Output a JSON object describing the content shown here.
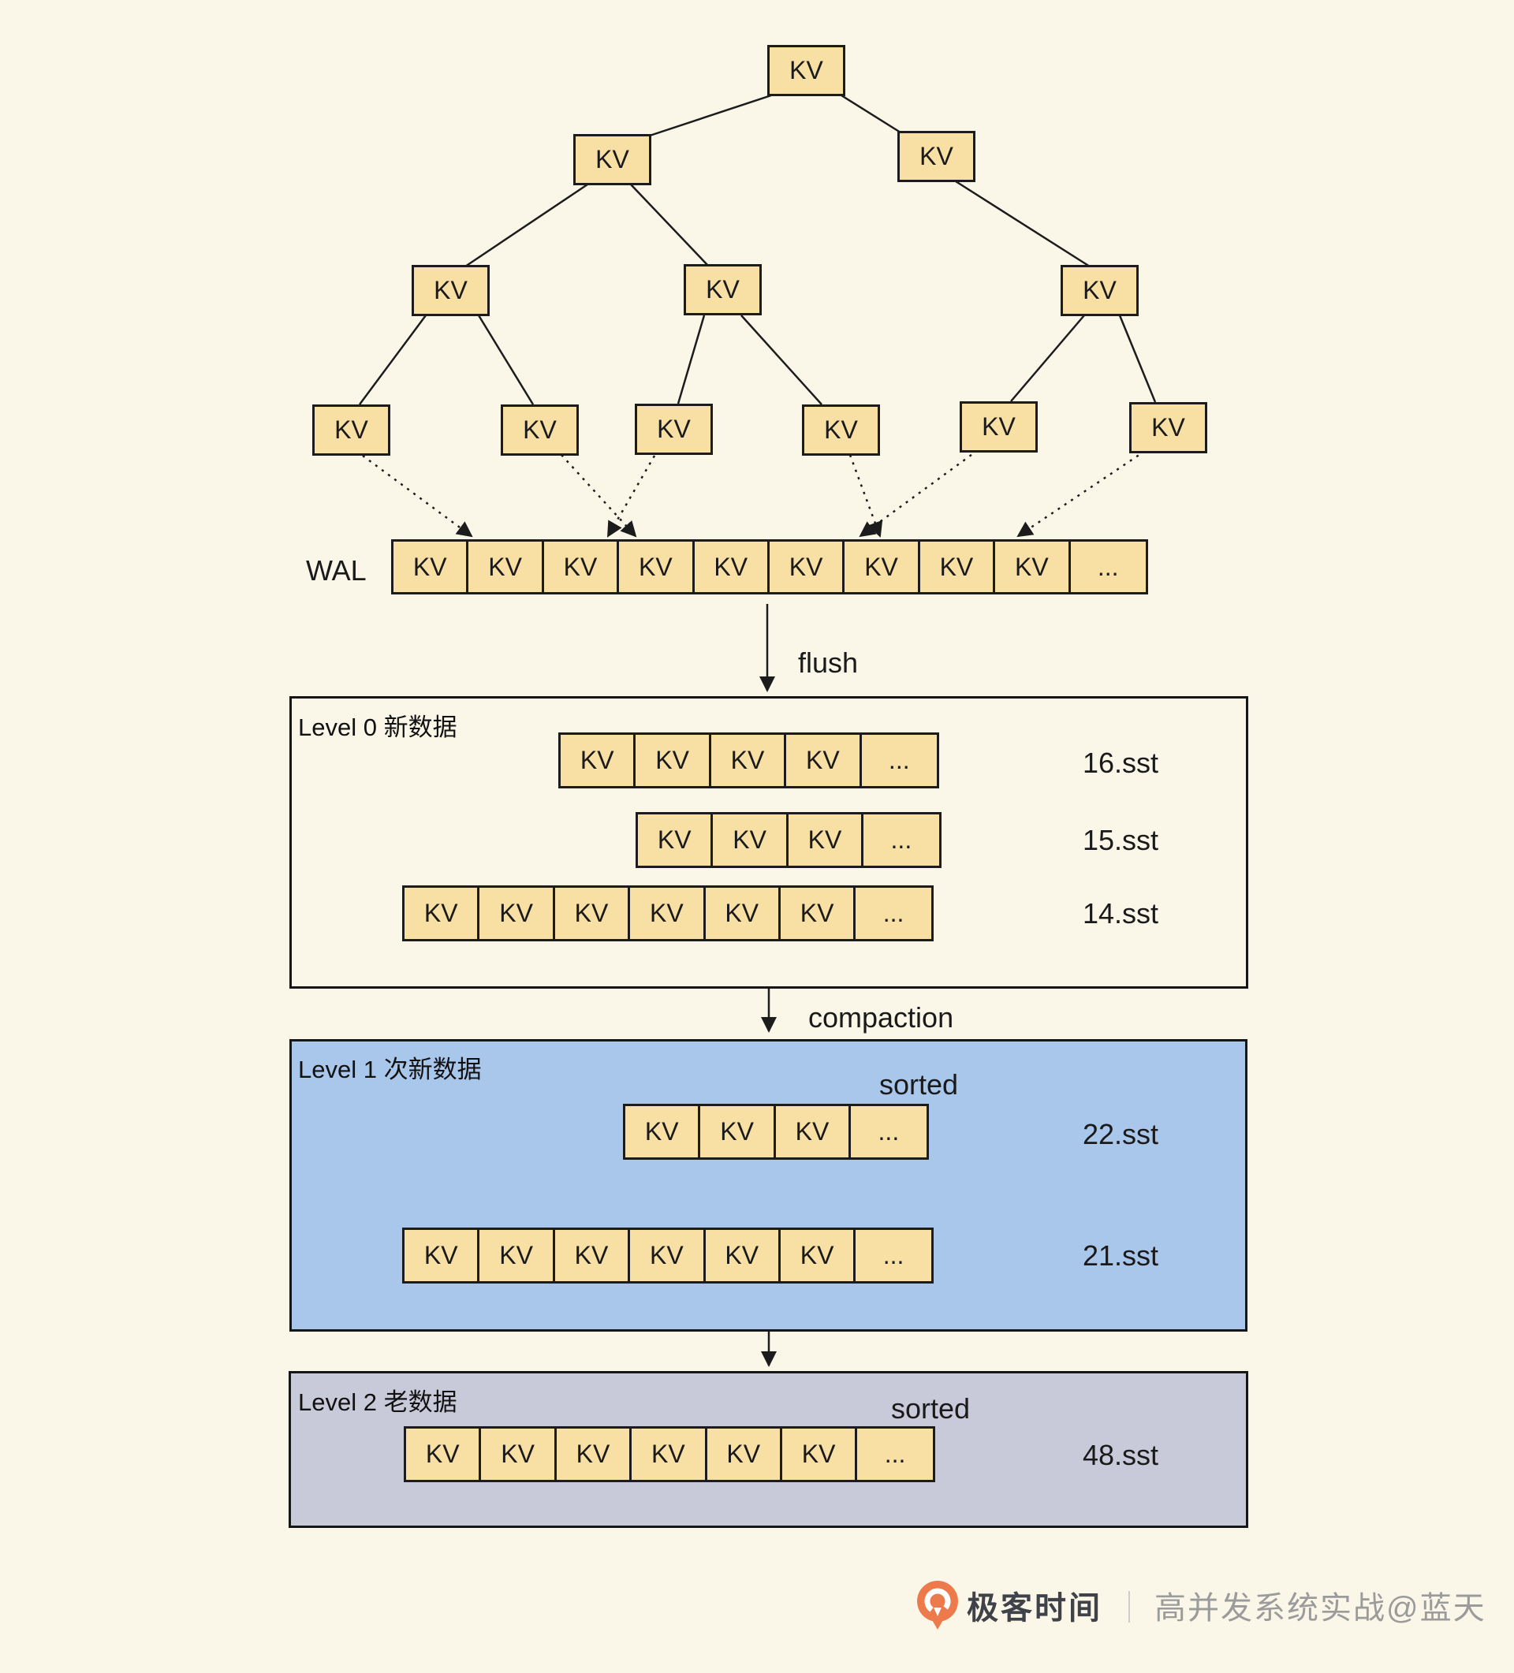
{
  "colors": {
    "background": "#faf7e9",
    "kv_fill": "#f8dfa4",
    "level1_fill": "#a9c6eb",
    "level2_fill": "#c9cad9",
    "line": "#1c1c1c",
    "footer_text": "#9b9b9b",
    "brand_text": "#3f4349",
    "logo_orange": "#ec7a4b"
  },
  "labels": {
    "kv": "KV",
    "ellipsis": "...",
    "flush": "flush",
    "compaction": "compaction"
  },
  "wal": {
    "label": "WAL",
    "cells": [
      "KV",
      "KV",
      "KV",
      "KV",
      "KV",
      "KV",
      "KV",
      "KV",
      "KV",
      "..."
    ]
  },
  "levels": [
    {
      "title": "Level 0 新数据",
      "rows": [
        {
          "sst": "16.sst",
          "cells": [
            "KV",
            "KV",
            "KV",
            "KV",
            "..."
          ]
        },
        {
          "sst": "15.sst",
          "cells": [
            "KV",
            "KV",
            "KV",
            "..."
          ]
        },
        {
          "sst": "14.sst",
          "cells": [
            "KV",
            "KV",
            "KV",
            "KV",
            "KV",
            "KV",
            "..."
          ]
        }
      ]
    },
    {
      "title": "Level 1 次新数据",
      "sorted_label": "sorted",
      "rows": [
        {
          "sst": "22.sst",
          "cells": [
            "KV",
            "KV",
            "KV",
            "..."
          ]
        },
        {
          "sst": "21.sst",
          "cells": [
            "KV",
            "KV",
            "KV",
            "KV",
            "KV",
            "KV",
            "..."
          ]
        }
      ]
    },
    {
      "title": "Level 2 老数据",
      "sorted_label": "sorted",
      "rows": [
        {
          "sst": "48.sst",
          "cells": [
            "KV",
            "KV",
            "KV",
            "KV",
            "KV",
            "KV",
            "..."
          ]
        }
      ]
    }
  ],
  "footer": {
    "brand": "极客时间",
    "divider": "｜",
    "course": "高并发系统实战@蓝天"
  }
}
